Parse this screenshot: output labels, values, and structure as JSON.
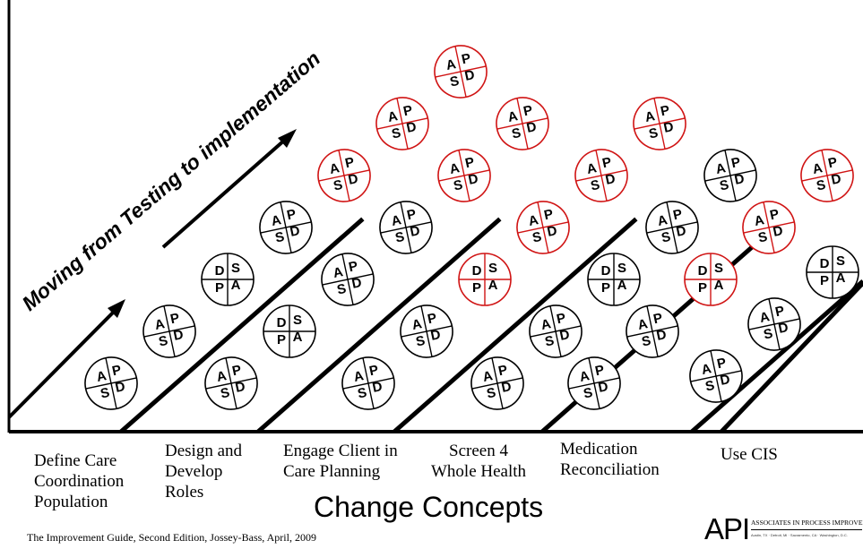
{
  "arrow_caption": "Moving from Testing to implementation",
  "change_concepts": [
    "Define Care\nCoordination\nPopulation",
    "Design and\nDevelop\nRoles",
    "Engage Client in\nCare Planning",
    "Screen 4\nWhole Health",
    "Medication\nReconciliation",
    "Use CIS"
  ],
  "diagram_title": "Change Concepts",
  "citation": "The Improvement Guide, Second Edition, Jossey-Bass, April, 2009",
  "logo": {
    "mark": "API",
    "name": "ASSOCIATES IN PROCESS IMPROVEMENT",
    "locations": "Austin, TX · Detroit, MI · Sacramento, CA · Washington, D.C."
  },
  "cycle_quadrant_labels": {
    "pdsa": [
      "A",
      "P",
      "S",
      "D"
    ],
    "dspa": [
      "D",
      "S",
      "P",
      "A"
    ]
  },
  "colors": {
    "ink": "#000000",
    "highlight": "#d01414"
  },
  "ramps": [
    {
      "concept_index": 0,
      "cycles": [
        {
          "type": "pdsa",
          "color": "ink"
        },
        {
          "type": "pdsa",
          "color": "ink"
        },
        {
          "type": "dspa",
          "color": "ink"
        },
        {
          "type": "pdsa",
          "color": "ink"
        },
        {
          "type": "pdsa",
          "color": "highlight"
        },
        {
          "type": "pdsa",
          "color": "highlight"
        },
        {
          "type": "pdsa",
          "color": "highlight"
        }
      ]
    },
    {
      "concept_index": 1,
      "cycles": [
        {
          "type": "pdsa",
          "color": "ink"
        },
        {
          "type": "dspa",
          "color": "ink"
        },
        {
          "type": "pdsa",
          "color": "ink"
        },
        {
          "type": "pdsa",
          "color": "ink"
        },
        {
          "type": "pdsa",
          "color": "highlight"
        },
        {
          "type": "pdsa",
          "color": "highlight"
        }
      ]
    },
    {
      "concept_index": 2,
      "cycles": [
        {
          "type": "pdsa",
          "color": "ink"
        },
        {
          "type": "pdsa",
          "color": "ink"
        },
        {
          "type": "dspa",
          "color": "highlight"
        },
        {
          "type": "pdsa",
          "color": "highlight"
        },
        {
          "type": "pdsa",
          "color": "highlight"
        },
        {
          "type": "pdsa",
          "color": "highlight"
        }
      ]
    },
    {
      "concept_index": 3,
      "cycles": [
        {
          "type": "pdsa",
          "color": "ink"
        },
        {
          "type": "pdsa",
          "color": "ink"
        },
        {
          "type": "dspa",
          "color": "ink"
        },
        {
          "type": "pdsa",
          "color": "ink"
        },
        {
          "type": "pdsa",
          "color": "ink"
        }
      ]
    },
    {
      "concept_index": 4,
      "cycles": [
        {
          "type": "pdsa",
          "color": "ink"
        },
        {
          "type": "pdsa",
          "color": "ink"
        },
        {
          "type": "dspa",
          "color": "highlight"
        },
        {
          "type": "pdsa",
          "color": "highlight"
        },
        {
          "type": "pdsa",
          "color": "highlight"
        }
      ]
    },
    {
      "concept_index": 5,
      "cycles": [
        {
          "type": "pdsa",
          "color": "ink"
        },
        {
          "type": "pdsa",
          "color": "ink"
        },
        {
          "type": "dspa",
          "color": "ink"
        }
      ]
    }
  ]
}
